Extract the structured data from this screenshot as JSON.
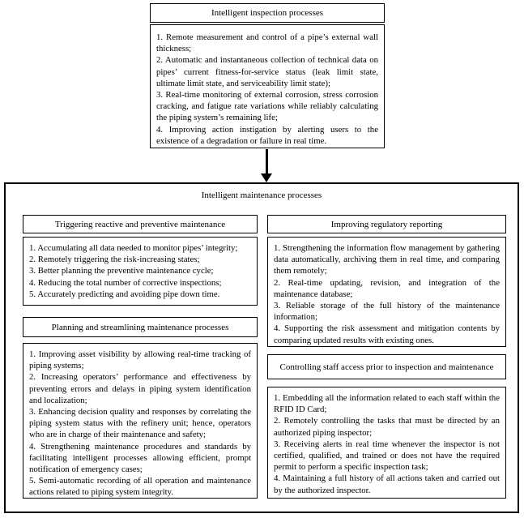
{
  "colors": {
    "background": "#ffffff",
    "border": "#000000",
    "text": "#000000"
  },
  "flow": {
    "connector_icon": "down-arrow"
  },
  "inspection": {
    "title": "Intelligent inspection processes",
    "items": [
      "1. Remote measurement and control of a pipe’s external wall thickness;",
      "2. Automatic and instantaneous collection of technical data on pipes’ current fitness-for-service status (leak limit state, ultimate limit state, and serviceability limit state);",
      "3. Real-time monitoring of external corrosion, stress corrosion cracking, and fatigue rate variations while reliably calculating the piping system’s remaining life;",
      "4. Improving action instigation by alerting users to the existence of a degradation or failure in real time."
    ]
  },
  "maintenance": {
    "title": "Intelligent maintenance processes",
    "sections": [
      {
        "header": "Triggering reactive and preventive maintenance",
        "items": [
          "1. Accumulating all data needed to monitor pipes’ integrity;",
          "2. Remotely triggering the risk-increasing states;",
          "3. Better planning the preventive maintenance cycle;",
          "4. Reducing the total number of corrective inspections;",
          "5. Accurately predicting and avoiding pipe down time."
        ]
      },
      {
        "header": "Planning and streamlining maintenance processes",
        "items": [
          "1. Improving asset visibility by allowing real-time tracking of piping systems;",
          "2. Increasing operators’ performance and effectiveness by preventing errors and delays in piping system identification and localization;",
          "3. Enhancing decision quality and responses by correlating the piping system status with the refinery unit; hence, operators who are in charge of their maintenance and safety;",
          "4. Strengthening maintenance procedures and standards by facilitating intelligent processes allowing efficient, prompt notification of emergency cases;",
          "5. Semi-automatic recording of all operation and maintenance actions related to piping system integrity."
        ]
      },
      {
        "header": "Improving regulatory reporting",
        "items": [
          "1. Strengthening the information flow management by gathering data automatically, archiving them in real time, and comparing them remotely;",
          "2. Real-time updating, revision, and integration of the maintenance database;",
          "3. Reliable storage of the full history of the maintenance information;",
          "4. Supporting the risk assessment and mitigation contents by comparing updated results with existing ones."
        ]
      },
      {
        "header": "Controlling staff access prior to inspection and maintenance",
        "items": [
          "1. Embedding all the information related to each staff within the RFID ID Card;",
          "2. Remotely controlling the tasks that must be directed by an authorized piping inspector;",
          "3. Receiving alerts in real time whenever the inspector is not certified, qualified, and trained or does not have the required permit to perform a specific inspection task;",
          "4. Maintaining a full history of all actions taken and carried out by the authorized inspector."
        ]
      }
    ]
  }
}
